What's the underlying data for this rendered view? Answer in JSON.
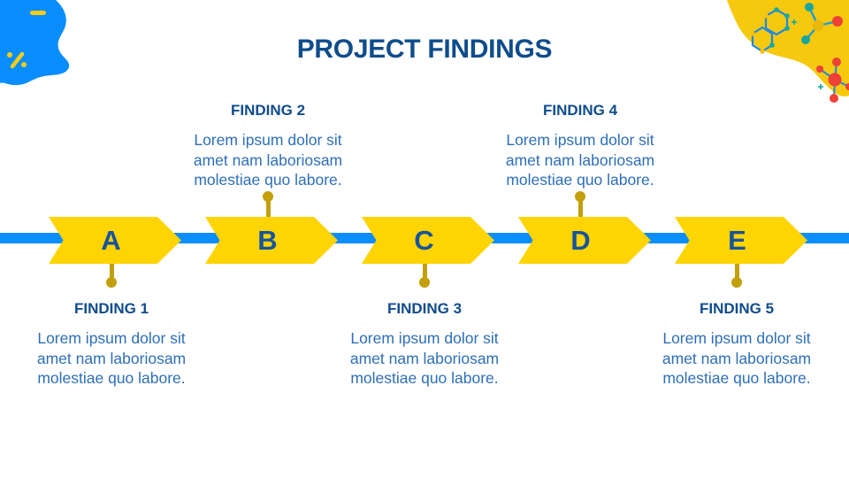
{
  "title": "PROJECT FINDINGS",
  "findings": [
    {
      "letter": "A",
      "label": "FINDING 1",
      "body": "Lorem ipsum dolor sit amet nam laboriosam molestiae quo labore.",
      "placement": "below"
    },
    {
      "letter": "B",
      "label": "FINDING 2",
      "body": "Lorem ipsum dolor sit amet nam laboriosam molestiae quo labore.",
      "placement": "above"
    },
    {
      "letter": "C",
      "label": "FINDING 3",
      "body": "Lorem ipsum dolor sit amet nam laboriosam molestiae quo labore.",
      "placement": "below"
    },
    {
      "letter": "D",
      "label": "FINDING 4",
      "body": "Lorem ipsum dolor sit amet nam laboriosam molestiae quo labore.",
      "placement": "above"
    },
    {
      "letter": "E",
      "label": "FINDING 5",
      "body": "Lorem ipsum dolor sit amet nam laboriosam molestiae quo labore.",
      "placement": "below"
    }
  ],
  "colors": {
    "accent_blue": "#0A8DFE",
    "arrow_yellow": "#FFD403",
    "corner_yellow": "#F6C90E",
    "connector_gold": "#C2A00B",
    "heading_blue": "#0F4C8C",
    "body_blue": "#2E6FB7",
    "molecule_teal": "#16A7A0",
    "molecule_red": "#EF4136",
    "molecule_bond_blue": "#1E88E5"
  },
  "decorations": {
    "top_left": "blue blob with yellow dash and percent marks",
    "top_right": "yellow blob with molecule diagrams"
  }
}
